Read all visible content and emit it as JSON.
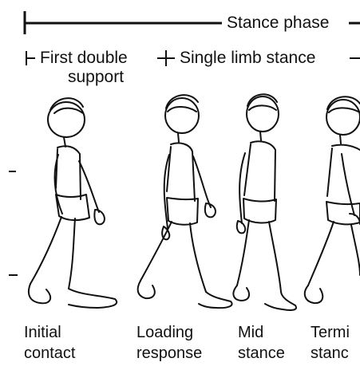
{
  "header": {
    "stance_phase_label": "Stance phase",
    "first_double_support_line1": "First double",
    "first_double_support_line2": "support",
    "single_limb_stance_label": "Single limb stance"
  },
  "phases": [
    {
      "line1": "Initial",
      "line2": "contact"
    },
    {
      "line1": "Loading",
      "line2": "response"
    },
    {
      "line1": "Mid",
      "line2": "stance"
    },
    {
      "line1": "Termi",
      "line2": "stanc"
    }
  ],
  "colors": {
    "ink": "#111111",
    "paper": "#ffffff"
  }
}
